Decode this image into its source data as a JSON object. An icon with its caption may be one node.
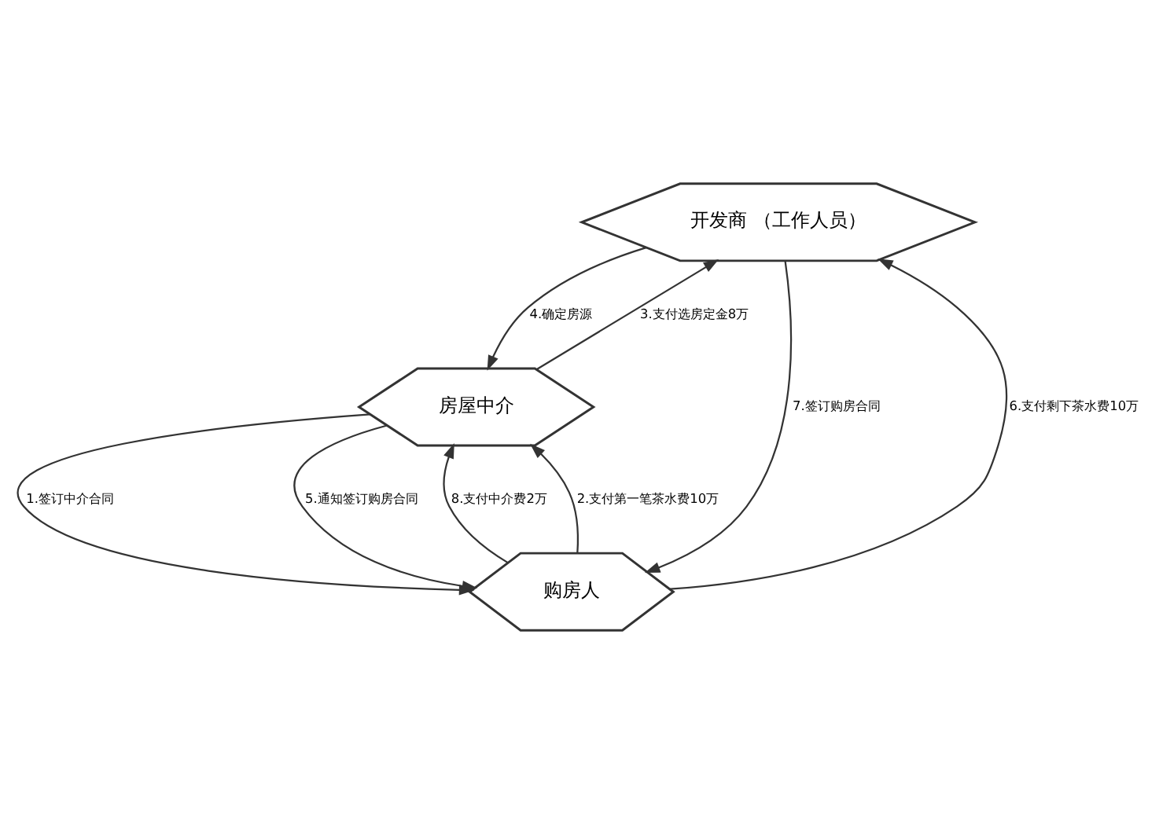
{
  "diagram": {
    "nodes": [
      {
        "text": [
          "开发商 （工作人员）"
        ]
      },
      {
        "text": [
          "房屋中介"
        ]
      },
      {
        "text": [
          "购房人"
        ]
      }
    ],
    "edges": [
      {
        "from": 1,
        "to": 0,
        "arrow": "to",
        "label": "3.支付选房定金8万"
      },
      {
        "from": 0,
        "to": 1,
        "arrow": "to",
        "label": "4.确定房源"
      },
      {
        "from": 1,
        "to": 2,
        "arrow": "to",
        "label": "1.签订中介合同"
      },
      {
        "from": 2,
        "to": 1,
        "arrow": "to",
        "label": "8.支付中介费2万"
      },
      {
        "from": 1,
        "to": 2,
        "arrow": "to",
        "label": "5.通知签订购房合同"
      },
      {
        "from": 2,
        "to": 1,
        "arrow": "to",
        "label": "2.支付第一笔茶水费10万"
      },
      {
        "from": 2,
        "to": 0,
        "arrow": "to",
        "label": "6.支付剩下茶水费10万"
      },
      {
        "from": 0,
        "to": 2,
        "arrow": "to",
        "label": "7.签订购房合同"
      }
    ]
  }
}
